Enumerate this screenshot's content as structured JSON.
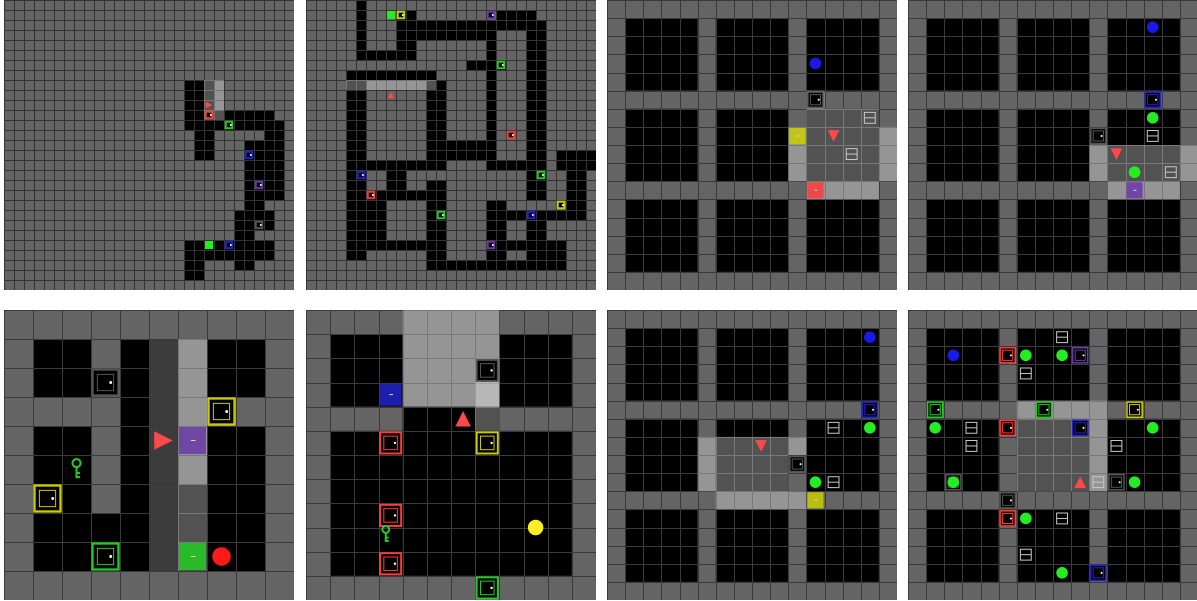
{
  "colors": {
    "wall": "#646464",
    "floor": "#000000",
    "grid": "#3a3a3a",
    "highlight": "rgba(255,255,255,0.32)",
    "red": "#ff3b3b",
    "green": "#22cc22",
    "blue": "#2222cc",
    "purple": "#6a3aa8",
    "yellow": "#cccc00",
    "grey": "#555555",
    "goal": "#22ee22",
    "ball_blue": "#1a1ae6",
    "ball_yellow": "#ffee22",
    "ball_green": "#22ee22",
    "ball_red": "#ff1a1a"
  },
  "panels": [
    {
      "name": "maze-sparse",
      "n": 29,
      "cell": 10,
      "light_grid": true,
      "floor": [
        [
          18,
          8,
          3,
          4
        ],
        [
          18,
          11,
          9,
          2
        ],
        [
          19,
          12,
          2,
          4
        ],
        [
          26,
          12,
          2,
          3
        ],
        [
          24,
          14,
          4,
          2
        ],
        [
          26,
          14,
          2,
          6
        ],
        [
          24,
          16,
          2,
          6
        ],
        [
          23,
          21,
          4,
          2
        ],
        [
          23,
          22,
          2,
          5
        ],
        [
          18,
          24,
          9,
          2
        ],
        [
          18,
          24,
          2,
          4
        ]
      ],
      "highlight": [
        [
          20,
          8,
          2,
          4
        ]
      ],
      "doors": [
        [
          20,
          11,
          "red",
          false
        ],
        [
          22,
          12,
          "green",
          false
        ],
        [
          24,
          15,
          "blue",
          false
        ],
        [
          25,
          18,
          "purple",
          false
        ],
        [
          25,
          22,
          "grey",
          false
        ],
        [
          22,
          24,
          "blue",
          false
        ]
      ],
      "goals": [
        [
          20,
          24
        ]
      ],
      "balls": [],
      "keys": [],
      "boxes": [],
      "agent": [
        20,
        10,
        "right"
      ]
    },
    {
      "name": "maze-multiroom",
      "n": 29,
      "cell": 10,
      "light_grid": true,
      "floor": [
        [
          5,
          0,
          1,
          6
        ],
        [
          5,
          5,
          4,
          1
        ],
        [
          9,
          1,
          2,
          5
        ],
        [
          10,
          2,
          9,
          2
        ],
        [
          19,
          1,
          4,
          2
        ],
        [
          18,
          3,
          1,
          12
        ],
        [
          22,
          2,
          2,
          13
        ],
        [
          16,
          6,
          4,
          1
        ],
        [
          4,
          7,
          9,
          1
        ],
        [
          4,
          8,
          2,
          18
        ],
        [
          12,
          8,
          2,
          8
        ],
        [
          6,
          16,
          8,
          1
        ],
        [
          8,
          17,
          2,
          3
        ],
        [
          6,
          19,
          6,
          1
        ],
        [
          6,
          20,
          2,
          5
        ],
        [
          4,
          24,
          2,
          2
        ],
        [
          7,
          24,
          7,
          1
        ],
        [
          12,
          18,
          2,
          6
        ],
        [
          14,
          14,
          5,
          2
        ],
        [
          18,
          16,
          5,
          1
        ],
        [
          22,
          14,
          2,
          6
        ],
        [
          25,
          15,
          4,
          2
        ],
        [
          26,
          16,
          2,
          6
        ],
        [
          18,
          20,
          2,
          6
        ],
        [
          20,
          21,
          6,
          1
        ],
        [
          22,
          22,
          2,
          5
        ],
        [
          12,
          26,
          11,
          1
        ],
        [
          12,
          24,
          2,
          3
        ],
        [
          20,
          24,
          6,
          1
        ],
        [
          24,
          24,
          2,
          3
        ]
      ],
      "highlight": [
        [
          4,
          8,
          9,
          1
        ]
      ],
      "doors": [
        [
          9,
          1,
          "yellow",
          false
        ],
        [
          18,
          1,
          "purple",
          false
        ],
        [
          19,
          6,
          "green",
          false
        ],
        [
          20,
          13,
          "red",
          false
        ],
        [
          23,
          17,
          "green",
          false
        ],
        [
          5,
          17,
          "blue",
          false
        ],
        [
          6,
          19,
          "red",
          false
        ],
        [
          25,
          20,
          "yellow",
          false
        ],
        [
          13,
          21,
          "green",
          false
        ],
        [
          22,
          21,
          "blue",
          false
        ],
        [
          18,
          24,
          "purple",
          false
        ]
      ],
      "goals": [
        [
          8,
          1
        ]
      ],
      "balls": [],
      "keys": [],
      "boxes": [],
      "agent": [
        8,
        9,
        "up"
      ]
    },
    {
      "name": "grid-rooms-yellow-door",
      "n": 16,
      "cell": 18.125,
      "light_grid": false,
      "floor": [
        [
          1,
          1,
          4,
          4
        ],
        [
          6,
          1,
          4,
          4
        ],
        [
          11,
          1,
          4,
          4
        ],
        [
          1,
          6,
          4,
          4
        ],
        [
          6,
          6,
          4,
          4
        ],
        [
          11,
          6,
          4,
          4
        ],
        [
          1,
          11,
          4,
          4
        ],
        [
          6,
          11,
          4,
          4
        ],
        [
          11,
          11,
          4,
          4
        ]
      ],
      "highlight": [
        [
          11,
          6,
          4,
          4
        ],
        [
          10,
          7,
          1,
          3
        ],
        [
          11,
          10,
          4,
          1
        ],
        [
          11,
          5,
          1,
          1
        ],
        [
          15,
          7,
          1,
          3
        ]
      ],
      "doors": [
        [
          10,
          7,
          "yellow",
          true
        ],
        [
          11,
          10,
          "red",
          true
        ],
        [
          11,
          5,
          "grey",
          false
        ]
      ],
      "goals": [],
      "balls": [
        [
          11.5,
          3.5,
          "ball_blue"
        ]
      ],
      "keys": [],
      "boxes": [
        [
          14,
          6
        ],
        [
          13,
          8
        ]
      ],
      "agent": [
        12,
        7,
        "down"
      ]
    },
    {
      "name": "grid-rooms-green-ball",
      "n": 16,
      "cell": 18.125,
      "light_grid": false,
      "floor": [
        [
          1,
          1,
          4,
          4
        ],
        [
          6,
          1,
          4,
          4
        ],
        [
          11,
          1,
          4,
          4
        ],
        [
          1,
          6,
          4,
          4
        ],
        [
          6,
          6,
          4,
          4
        ],
        [
          11,
          6,
          4,
          4
        ],
        [
          1,
          11,
          4,
          4
        ],
        [
          6,
          11,
          4,
          4
        ],
        [
          11,
          11,
          4,
          4
        ]
      ],
      "highlight": [
        [
          11,
          8,
          4,
          2
        ],
        [
          10,
          8,
          1,
          2
        ],
        [
          11,
          10,
          4,
          1
        ],
        [
          15,
          8,
          1,
          2
        ]
      ],
      "doors": [
        [
          10,
          7,
          "grey",
          false
        ],
        [
          12,
          10,
          "purple",
          true
        ],
        [
          13,
          5,
          "blue",
          false
        ]
      ],
      "goals": [],
      "balls": [
        [
          13.5,
          1.5,
          "ball_blue"
        ],
        [
          13.5,
          6.5,
          "ball_green"
        ],
        [
          12.5,
          9.5,
          "ball_green"
        ]
      ],
      "keys": [],
      "boxes": [
        [
          13,
          7
        ],
        [
          14,
          9
        ]
      ],
      "agent": [
        11,
        8,
        "down"
      ]
    },
    {
      "name": "rooms-key-and-doors",
      "n": 10,
      "cell": 29,
      "light_grid": false,
      "floor": [
        [
          1,
          1,
          2,
          2
        ],
        [
          4,
          1,
          2,
          8
        ],
        [
          7,
          1,
          2,
          2
        ],
        [
          1,
          4,
          2,
          3
        ],
        [
          7,
          4,
          2,
          2
        ],
        [
          1,
          7,
          3,
          2
        ],
        [
          6,
          6,
          3,
          3
        ]
      ],
      "highlight": [
        [
          6,
          1,
          1,
          8
        ]
      ],
      "hatch": [
        [
          5,
          1,
          1,
          8
        ]
      ],
      "doors": [
        [
          3,
          2,
          "grey",
          false
        ],
        [
          7,
          3,
          "yellow",
          false
        ],
        [
          6,
          4,
          "purple",
          true
        ],
        [
          1,
          6,
          "yellow",
          false
        ],
        [
          3,
          8,
          "green",
          false
        ],
        [
          6,
          8,
          "green",
          true
        ]
      ],
      "goals": [],
      "balls": [
        [
          7.5,
          8.5,
          "ball_red"
        ]
      ],
      "keys": [
        [
          2.5,
          5.5,
          "green"
        ]
      ],
      "boxes": [],
      "agent": [
        5,
        4,
        "right"
      ]
    },
    {
      "name": "rooms-yellow-ball",
      "n": 12,
      "cell": 24.167,
      "light_grid": false,
      "floor": [
        [
          1,
          1,
          3,
          3
        ],
        [
          8,
          1,
          3,
          3
        ],
        [
          4,
          4,
          4,
          7
        ],
        [
          1,
          5,
          3,
          3
        ],
        [
          8,
          5,
          3,
          3
        ],
        [
          1,
          8,
          3,
          3
        ],
        [
          8,
          8,
          3,
          3
        ]
      ],
      "highlight": [
        [
          4,
          0,
          4,
          4
        ],
        [
          7,
          2,
          1,
          3
        ]
      ],
      "doors": [
        [
          7,
          2,
          "grey",
          false
        ],
        [
          3,
          3,
          "blue",
          true
        ],
        [
          3,
          5,
          "red",
          false
        ],
        [
          7,
          5,
          "yellow",
          false
        ],
        [
          3,
          8,
          "red",
          false
        ],
        [
          3,
          10,
          "red",
          false
        ],
        [
          7,
          11,
          "green",
          false
        ]
      ],
      "goals": [],
      "balls": [
        [
          9.5,
          9,
          "ball_yellow"
        ]
      ],
      "keys": [
        [
          3.3,
          9.3,
          "green"
        ]
      ],
      "boxes": [],
      "agent": [
        6,
        4,
        "up"
      ]
    },
    {
      "name": "grid-rooms-blue-door",
      "n": 16,
      "cell": 18.125,
      "light_grid": false,
      "floor": [
        [
          1,
          1,
          4,
          4
        ],
        [
          6,
          1,
          4,
          4
        ],
        [
          11,
          1,
          4,
          4
        ],
        [
          1,
          6,
          4,
          4
        ],
        [
          6,
          6,
          4,
          4
        ],
        [
          11,
          6,
          4,
          4
        ],
        [
          1,
          11,
          4,
          4
        ],
        [
          6,
          11,
          4,
          4
        ],
        [
          11,
          11,
          4,
          4
        ]
      ],
      "highlight": [
        [
          6,
          7,
          4,
          3
        ],
        [
          5,
          7,
          1,
          3
        ],
        [
          6,
          10,
          5,
          1
        ],
        [
          10,
          7,
          1,
          1
        ]
      ],
      "doors": [
        [
          10,
          8,
          "grey",
          false
        ],
        [
          11,
          10,
          "yellow",
          true
        ],
        [
          14,
          5,
          "blue",
          false
        ]
      ],
      "goals": [],
      "balls": [
        [
          14.5,
          1.5,
          "ball_blue"
        ],
        [
          14.5,
          6.5,
          "ball_green"
        ],
        [
          11.5,
          9.5,
          "ball_green"
        ]
      ],
      "keys": [],
      "boxes": [
        [
          12,
          6
        ],
        [
          12,
          9
        ]
      ],
      "agent": [
        8,
        7,
        "down"
      ]
    },
    {
      "name": "grid-rooms-many-doors",
      "n": 16,
      "cell": 18.125,
      "light_grid": false,
      "floor": [
        [
          1,
          1,
          4,
          4
        ],
        [
          6,
          1,
          4,
          4
        ],
        [
          11,
          1,
          4,
          4
        ],
        [
          1,
          6,
          4,
          4
        ],
        [
          6,
          6,
          4,
          4
        ],
        [
          11,
          6,
          4,
          4
        ],
        [
          1,
          11,
          4,
          4
        ],
        [
          6,
          11,
          4,
          4
        ],
        [
          11,
          11,
          4,
          4
        ]
      ],
      "highlight": [
        [
          6,
          5,
          4,
          1
        ],
        [
          6,
          6,
          4,
          4
        ],
        [
          10,
          5,
          1,
          1
        ],
        [
          10,
          6,
          1,
          4
        ]
      ],
      "doors": [
        [
          5,
          2,
          "red",
          false
        ],
        [
          9,
          2,
          "purple",
          false
        ],
        [
          1,
          5,
          "green",
          false
        ],
        [
          7,
          5,
          "green",
          false
        ],
        [
          9,
          6,
          "blue",
          false
        ],
        [
          12,
          5,
          "yellow",
          false
        ],
        [
          5,
          6,
          "red",
          false
        ],
        [
          2,
          9,
          "grey",
          false
        ],
        [
          11,
          9,
          "grey",
          false
        ],
        [
          5,
          10,
          "grey",
          false
        ],
        [
          5,
          11,
          "red",
          false
        ],
        [
          10,
          14,
          "blue",
          false
        ]
      ],
      "goals": [],
      "balls": [
        [
          2.5,
          2.5,
          "ball_blue"
        ],
        [
          6.5,
          2.5,
          "ball_green"
        ],
        [
          8.5,
          2.5,
          "ball_green"
        ],
        [
          1.5,
          6.5,
          "ball_green"
        ],
        [
          13.5,
          6.5,
          "ball_green"
        ],
        [
          2.5,
          9.5,
          "ball_green"
        ],
        [
          12.5,
          9.5,
          "ball_green"
        ],
        [
          6.5,
          11.5,
          "ball_green"
        ],
        [
          8.5,
          14.5,
          "ball_green"
        ]
      ],
      "keys": [],
      "boxes": [
        [
          8,
          1
        ],
        [
          6,
          3
        ],
        [
          3,
          6
        ],
        [
          3,
          7
        ],
        [
          11,
          7
        ],
        [
          10,
          9
        ],
        [
          8,
          11
        ],
        [
          6,
          13
        ]
      ],
      "agent": [
        9,
        9,
        "up"
      ]
    }
  ]
}
